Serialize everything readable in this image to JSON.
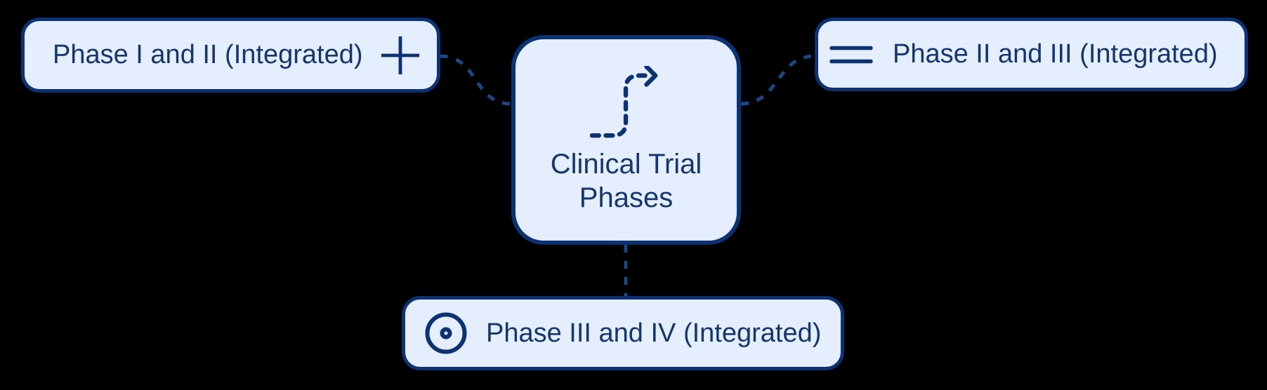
{
  "colors": {
    "background": "#000000",
    "node_fill": "#e5eefc",
    "node_border": "#0c3274",
    "text": "#15366e",
    "connector": "#1d4687"
  },
  "diagram": {
    "type": "mindmap",
    "root_node": {
      "label": "Clinical Trial Phases",
      "lines": [
        "Clinical Trial",
        "Phases"
      ],
      "icon": "route-arrow-icon"
    },
    "child_nodes": [
      {
        "label": "Phase I and II (Integrated)",
        "icon": "plus-icon",
        "position": "top-left",
        "icon_side": "right"
      },
      {
        "label": "Phase II and III (Integrated)",
        "icon": "equals-icon",
        "position": "top-right",
        "icon_side": "left"
      },
      {
        "label": "Phase III and IV (Integrated)",
        "icon": "circle-dot-icon",
        "position": "bottom",
        "icon_side": "left"
      }
    ]
  }
}
